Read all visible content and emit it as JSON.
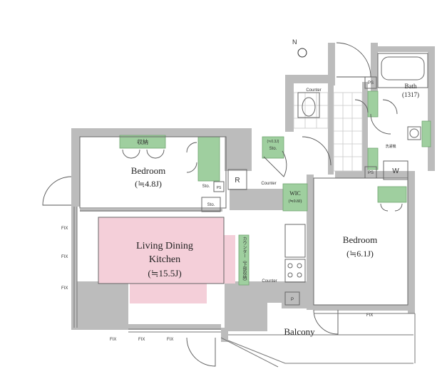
{
  "rooms": {
    "bedroom_small": {
      "label": "Bedroom",
      "size": "(≒4.8J)"
    },
    "bedroom_large": {
      "label": "Bedroom",
      "size": "(≒6.1J)"
    },
    "ldk": {
      "line1": "Living Dining",
      "line2": "Kitchen",
      "size": "(≒15.5J)"
    },
    "bath": {
      "label": "Bath",
      "size": "(1317)"
    },
    "balcony": {
      "label": "Balcony"
    },
    "wic": {
      "label": "WIC",
      "size": "(≒0.8J)"
    }
  },
  "fixtures": {
    "storage_closet": "収納",
    "counter_top": "Counter",
    "counter_left": "Counter",
    "counter_mid": "Counter",
    "counter_vertical": "カウンター（下部収納）",
    "sto_top": "Sto.",
    "sto_top_size": "(≒0.3J)",
    "sto_small": "Sto.",
    "sto_lower": "Sto.",
    "ps_small": "PS",
    "ps_top": "PS",
    "ps_mid": "PS",
    "refrigerator": "R",
    "washer": "W",
    "p_box": "P",
    "laundry_label": "洗濯機"
  },
  "fix_labels": {
    "left_1": "FIX",
    "left_2": "FIX",
    "left_3": "FIX",
    "bottom_1": "FIX",
    "bottom_2": "FIX",
    "bottom_3": "FIX",
    "right": "FIX"
  },
  "compass": {
    "north_label": "N"
  },
  "colors": {
    "wall": "#b9b9b9",
    "storage": "#9fcf9f",
    "ldk_highlight": "#f4cfd9",
    "tile": "#bdbdbd"
  }
}
